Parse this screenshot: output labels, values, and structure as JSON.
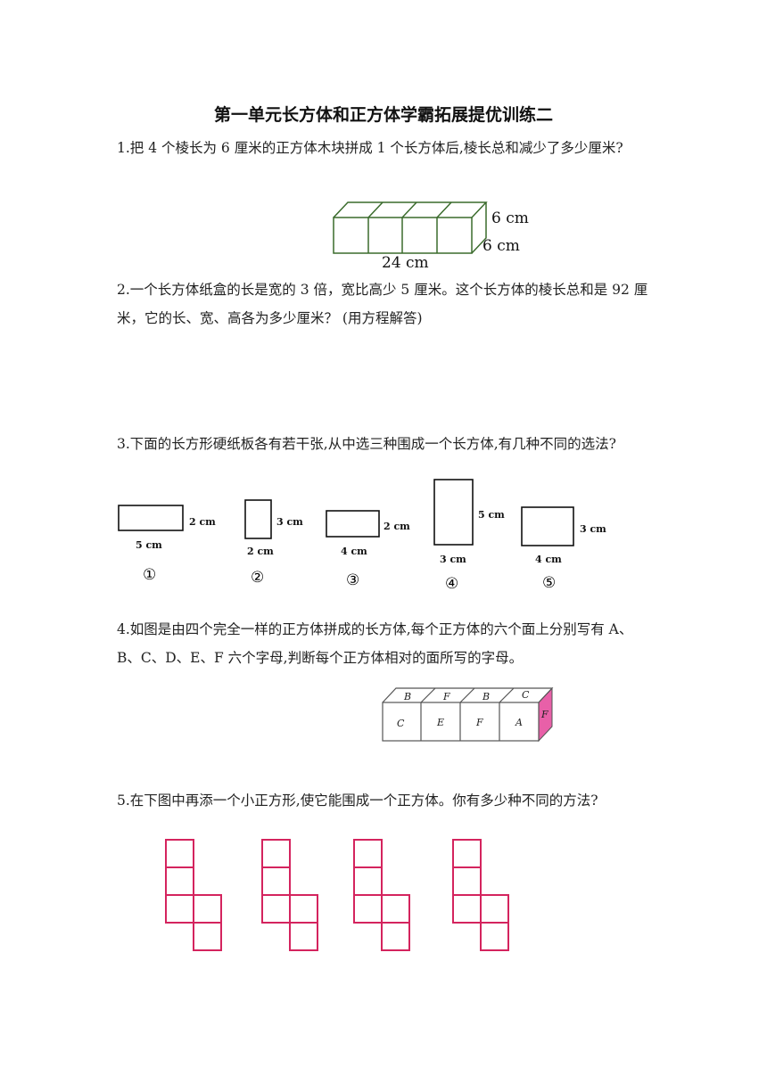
{
  "title": "第一单元长方体和正方体学霸拓展提优训练二",
  "q1": {
    "text": "1.把 4 个棱长为 6 厘米的正方体木块拼成 1 个长方体后,棱长总和减少了多少厘米?",
    "labels": {
      "height": "6 cm",
      "depth": "6 cm",
      "length": "24 cm"
    }
  },
  "q2": {
    "text": "2.一个长方体纸盒的长是宽的 3 倍，宽比高少 5 厘米。这个长方体的棱长总和是 92 厘米，它的长、宽、高各为多少厘米？ (用方程解答)"
  },
  "q3": {
    "text": "3.下面的长方形硬纸板各有若干张,从中选三种围成一个长方体,有几种不同的选法?",
    "boards": [
      {
        "side": "2 cm",
        "bottom": "5 cm",
        "num": "①"
      },
      {
        "side": "3 cm",
        "bottom": "2 cm",
        "num": "②"
      },
      {
        "side": "2 cm",
        "bottom": "4 cm",
        "num": "③"
      },
      {
        "side": "5 cm",
        "bottom": "3 cm",
        "num": "④"
      },
      {
        "side": "3 cm",
        "bottom": "4 cm",
        "num": "⑤"
      }
    ]
  },
  "q4": {
    "text": "4.如图是由四个完全一样的正方体拼成的长方体,每个正方体的六个面上分别写有 A、B、C、D、E、F 六个字母,判断每个正方体相对的面所写的字母。",
    "top_letters": [
      "B",
      "F",
      "B",
      "C"
    ],
    "front_letters": [
      "C",
      "E",
      "F",
      "A"
    ],
    "side_letter": "F",
    "side_color": "#e860a8"
  },
  "q5": {
    "text": "5.在下图中再添一个小正方形,使它能围成一个正方体。你有多少种不同的方法?",
    "line_color": "#d4245e"
  }
}
